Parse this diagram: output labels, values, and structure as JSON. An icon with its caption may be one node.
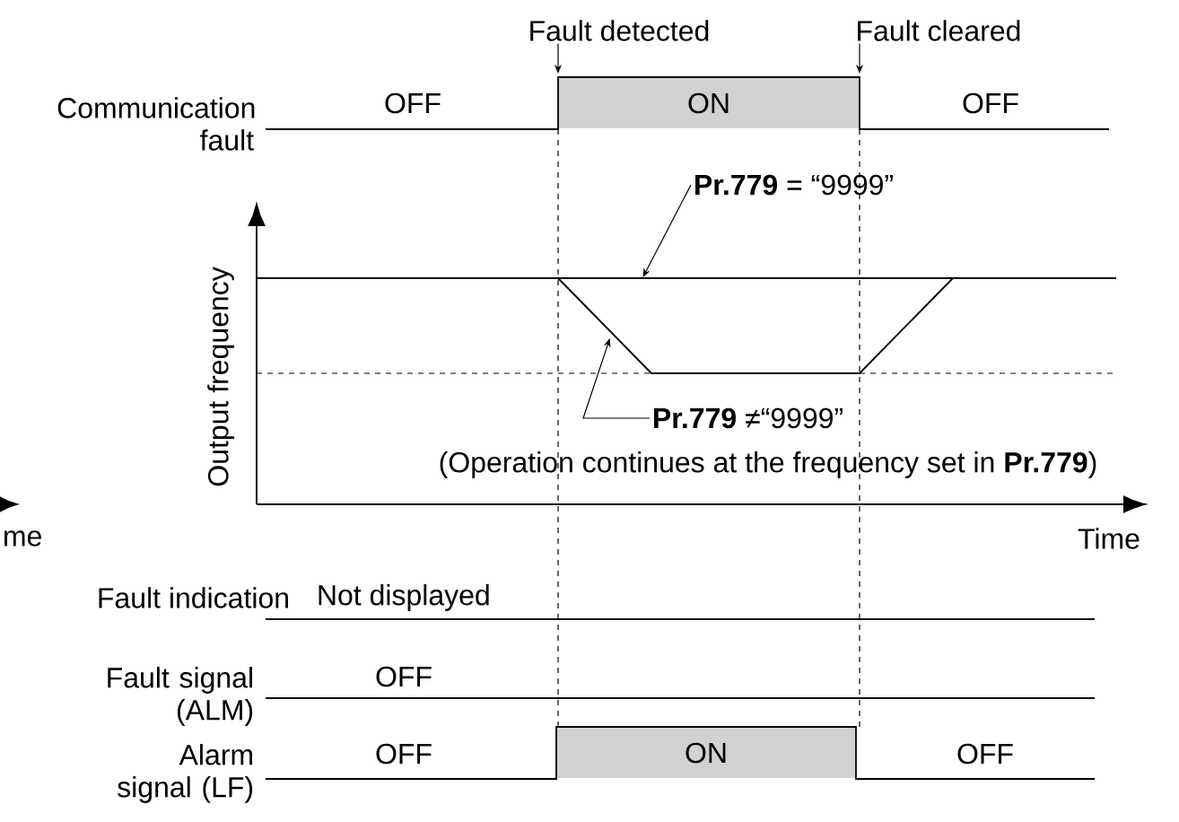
{
  "diagram": {
    "nodes": [
      {
        "text": [
          "Fault detected"
        ]
      },
      {
        "text": [
          "Fault cleared"
        ]
      },
      {
        "text": [
          "ON"
        ]
      },
      {
        "text": [
          "**Pr.779** = “9999”"
        ]
      },
      {
        "text": [
          "**Pr.779** ≠“9999”"
        ]
      },
      {
        "text": [
          "ON"
        ]
      },
      {
        "text": [],
        "shape": "line"
      },
      {
        "text": [],
        "shape": "line"
      }
    ],
    "edges": [
      {
        "from": 0,
        "to": null,
        "arrow": "to"
      },
      {
        "from": 1,
        "to": null,
        "arrow": "to"
      },
      {
        "from": 3,
        "to": 6,
        "arrow": "to"
      },
      {
        "from": 4,
        "to": 7,
        "arrow": "to"
      }
    ],
    "labels": [
      "Communication fault",
      "OFF",
      "OFF",
      "Output frequency",
      "(Operation continues at the frequency set in **Pr.779**)",
      "me",
      "Time",
      "Fault indication",
      "Not displayed",
      "Fault signal (ALM)",
      "OFF",
      "Alarm signal (LF)",
      "OFF",
      "OFF"
    ]
  }
}
